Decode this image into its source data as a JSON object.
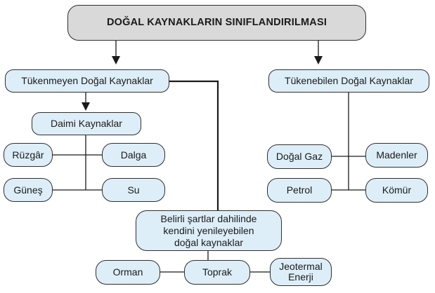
{
  "title": "DOĞAL KAYNAKLARIN SINIFLANDIRILMASI",
  "nodes": {
    "renewable": "Tükenmeyen Doğal Kaynaklar",
    "nonrenewable": "Tükenebilen Doğal Kaynaklar",
    "permanent": "Daimi Kaynaklar",
    "wind": "Rüzgâr",
    "wave": "Dalga",
    "sun": "Güneş",
    "water": "Su",
    "conditional_line1": "Belirli şartlar dahilinde",
    "conditional_line2": "kendini yenileyebilen",
    "conditional_line3": "doğal kaynaklar",
    "forest": "Orman",
    "soil": "Toprak",
    "geothermal_line1": "Jeotermal",
    "geothermal_line2": "Enerji",
    "natural_gas": "Doğal Gaz",
    "minerals": "Madenler",
    "oil": "Petrol",
    "coal": "Kömür"
  }
}
